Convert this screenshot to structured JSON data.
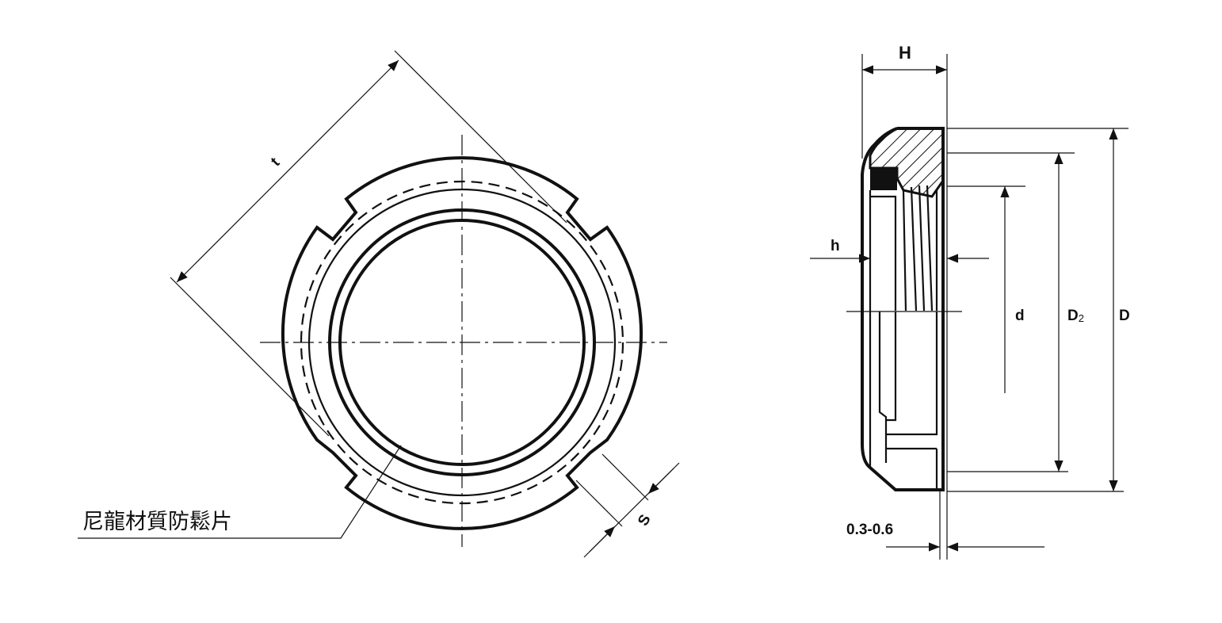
{
  "front_view": {
    "dimension_t": "t",
    "dimension_s": "S",
    "part_label": "尼龍材質防鬆片"
  },
  "side_view": {
    "dimension_H": "H",
    "dimension_h": "h",
    "dimension_d": "d",
    "dimension_D2": "D",
    "dimension_D2_sub": "2",
    "dimension_D": "D",
    "gap_range": "0.3-0.6"
  }
}
